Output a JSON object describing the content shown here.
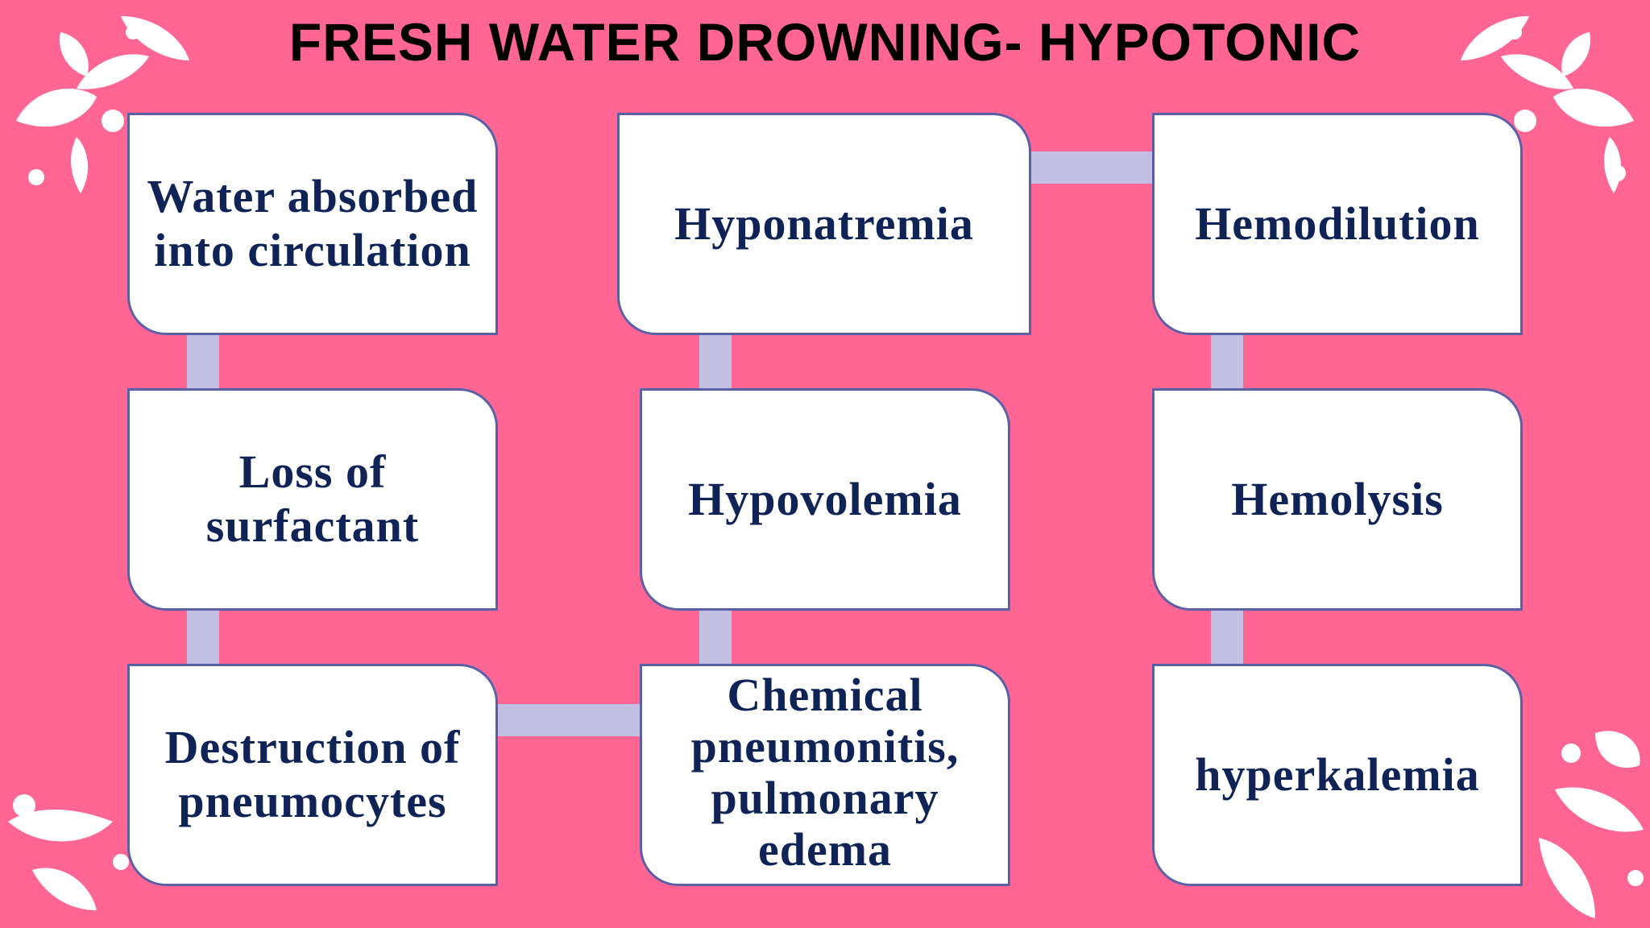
{
  "title": "FRESH WATER  DROWNING- HYPOTONIC",
  "colors": {
    "background": "#FF6694",
    "box_fill": "#FFFFFF",
    "box_border": "#5B5FA8",
    "box_text": "#0F2356",
    "connector": "#C2BFE2",
    "title_text": "#000000"
  },
  "boxes": {
    "water_absorbed": "Water absorbed into circulation",
    "loss_surfactant": "Loss of surfactant",
    "destruction": "Destruction of pneumocytes",
    "chemical": "Chemical pneumonitis, pulmonary edema",
    "hypovolemia": "Hypovolemia",
    "hyponatremia": "Hyponatremia",
    "hemodilution": "Hemodilution",
    "hemolysis": "Hemolysis",
    "hyperkalemia": "hyperkalemia"
  }
}
